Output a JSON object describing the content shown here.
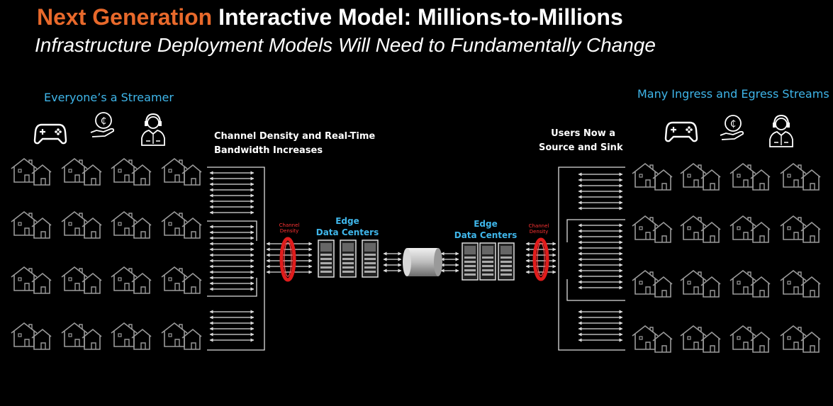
{
  "title": {
    "accent": "Next Generation",
    "rest": " Interactive Model: Millions-to-Millions"
  },
  "subtitle": "Infrastructure Deployment Models Will Need to Fundamentally Change",
  "left": {
    "heading": "Everyone’s a Streamer",
    "icons": [
      "gamepad-icon",
      "coin-hand-icon",
      "headset-person-icon"
    ],
    "caption_line1": "Channel Density and Real-Time",
    "caption_line2": "Bandwidth Increases",
    "channel_line1": "Channel",
    "channel_line2": "Density",
    "edge_line1": "Edge",
    "edge_line2": "Data Centers"
  },
  "right": {
    "heading": "Many Ingress and Egress Streams",
    "icons": [
      "gamepad-icon",
      "coin-hand-icon",
      "headset-person-icon"
    ],
    "caption_line1": "Users Now a",
    "caption_line2": "Source and Sink",
    "channel_line1": "Channel",
    "channel_line2": "Density",
    "edge_line1": "Edge",
    "edge_line2": "Data Centers"
  },
  "colors": {
    "accent": "#e8692b",
    "blue": "#3fb6ea",
    "red": "#e01c1c",
    "house": "#9a9a9a"
  }
}
